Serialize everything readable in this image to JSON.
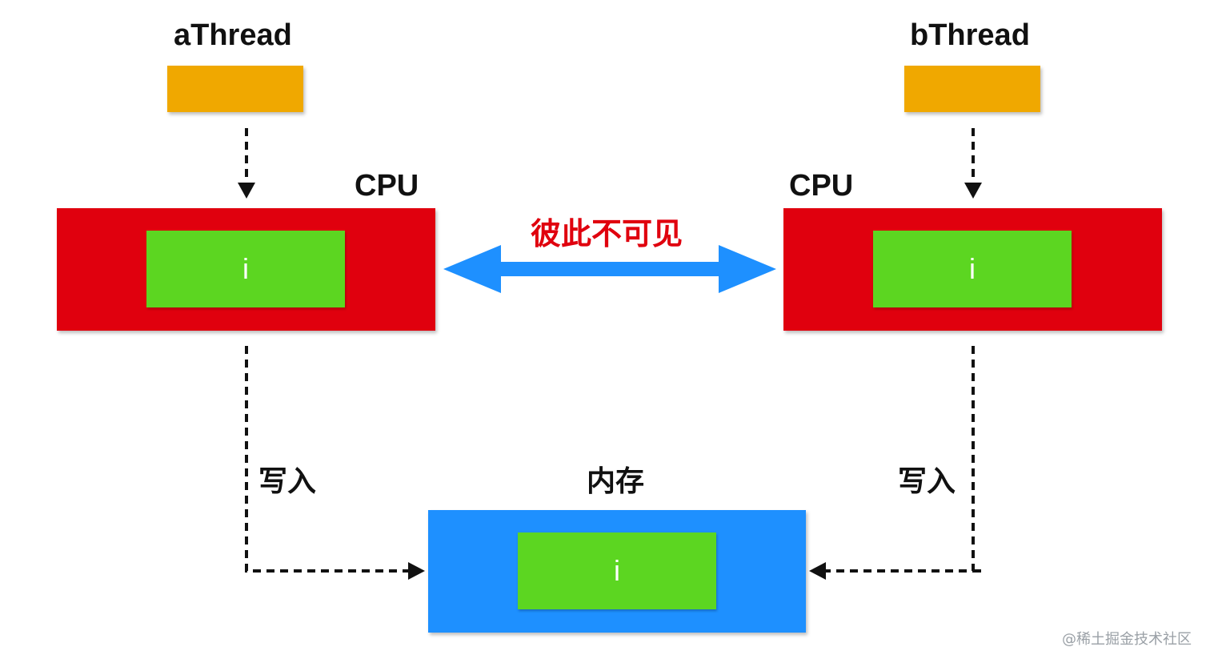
{
  "threads": {
    "a": {
      "label": "aThread"
    },
    "b": {
      "label": "bThread"
    }
  },
  "cpus": {
    "left": {
      "label": "CPU",
      "var_label": "i"
    },
    "right": {
      "label": "CPU",
      "var_label": "i"
    }
  },
  "memory": {
    "label": "内存",
    "var_label": "i"
  },
  "middle": {
    "label": "彼此不可见"
  },
  "writes": {
    "left": "写入",
    "right": "写入"
  },
  "watermark": "@稀土掘金技术社区",
  "colors": {
    "thread": "#F0A800",
    "cpu": "#E0000E",
    "memory": "#1E90FF",
    "variable": "#5CD621",
    "arrow": "#1E90FF",
    "middle_text": "#E0000E"
  }
}
